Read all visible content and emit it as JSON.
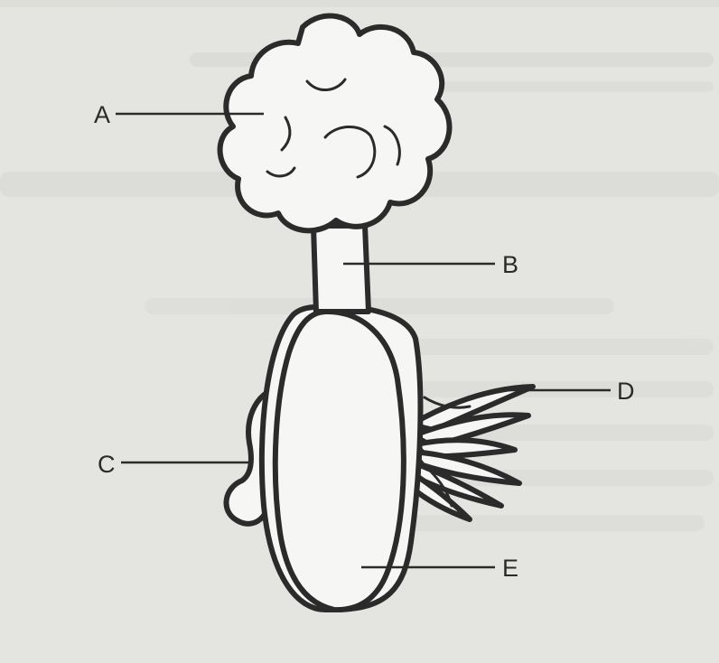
{
  "labels": {
    "a": "A",
    "b": "B",
    "c": "C",
    "d": "D",
    "e": "E"
  },
  "colors": {
    "background": "#e4e4e0",
    "ink": "#2b2b2b",
    "fill": "#f6f6f4"
  }
}
